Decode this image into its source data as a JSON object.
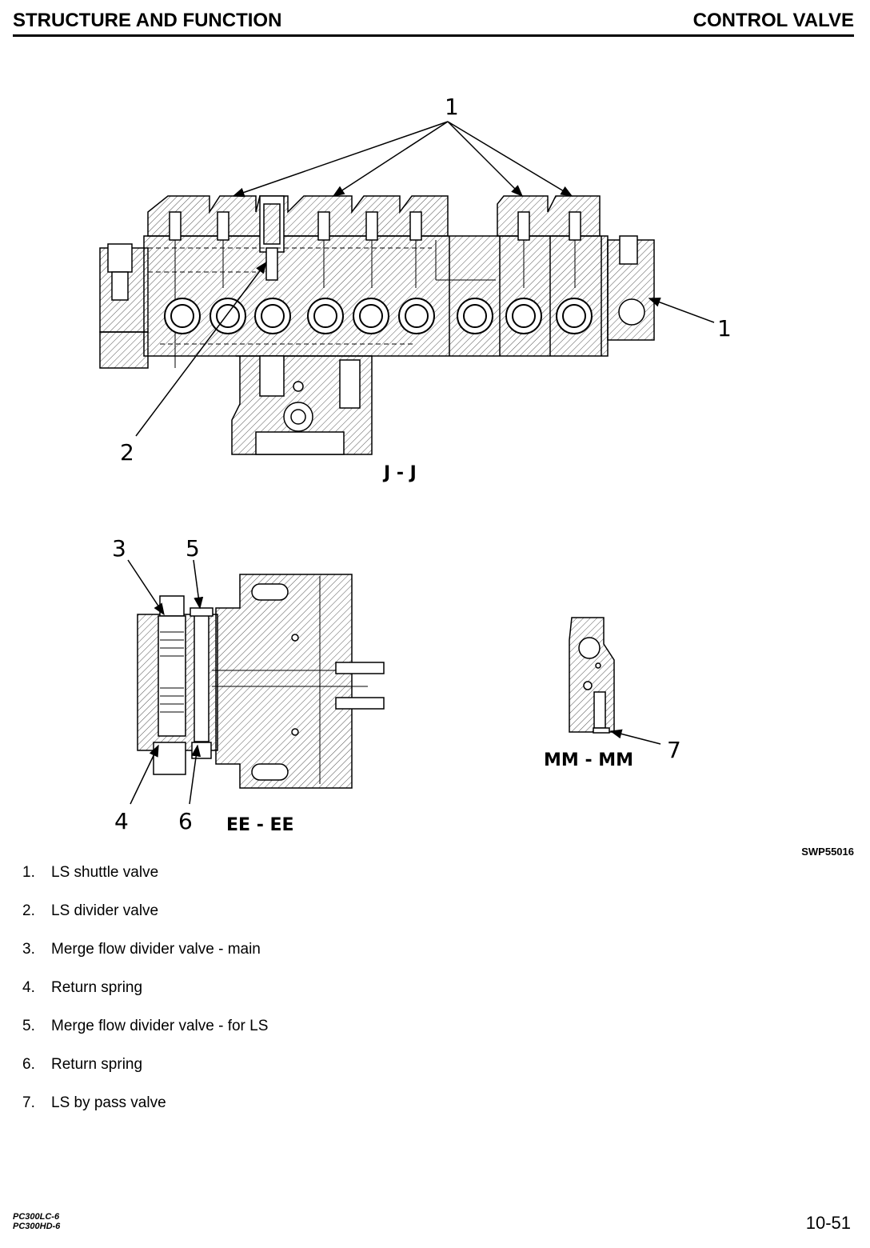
{
  "header": {
    "section": "STRUCTURE AND FUNCTION",
    "topic": "CONTROL VALVE"
  },
  "figure": {
    "code": "SWP55016",
    "views": {
      "jj": "J - J",
      "ee": "EE - EE",
      "mm": "MM - MM"
    },
    "callouts": [
      "1",
      "1",
      "2",
      "3",
      "4",
      "5",
      "6",
      "7"
    ]
  },
  "legend": [
    {
      "num": "1.",
      "text": "LS shuttle valve"
    },
    {
      "num": "2.",
      "text": "LS divider valve"
    },
    {
      "num": "3.",
      "text": "Merge flow divider valve - main"
    },
    {
      "num": "4.",
      "text": "Return spring"
    },
    {
      "num": "5.",
      "text": "Merge flow divider valve - for LS"
    },
    {
      "num": "6.",
      "text": "Return spring"
    },
    {
      "num": "7.",
      "text": "LS by pass valve"
    }
  ],
  "footer": {
    "model1": "PC300LC-6",
    "model2": "PC300HD-6",
    "page": "10-51"
  }
}
